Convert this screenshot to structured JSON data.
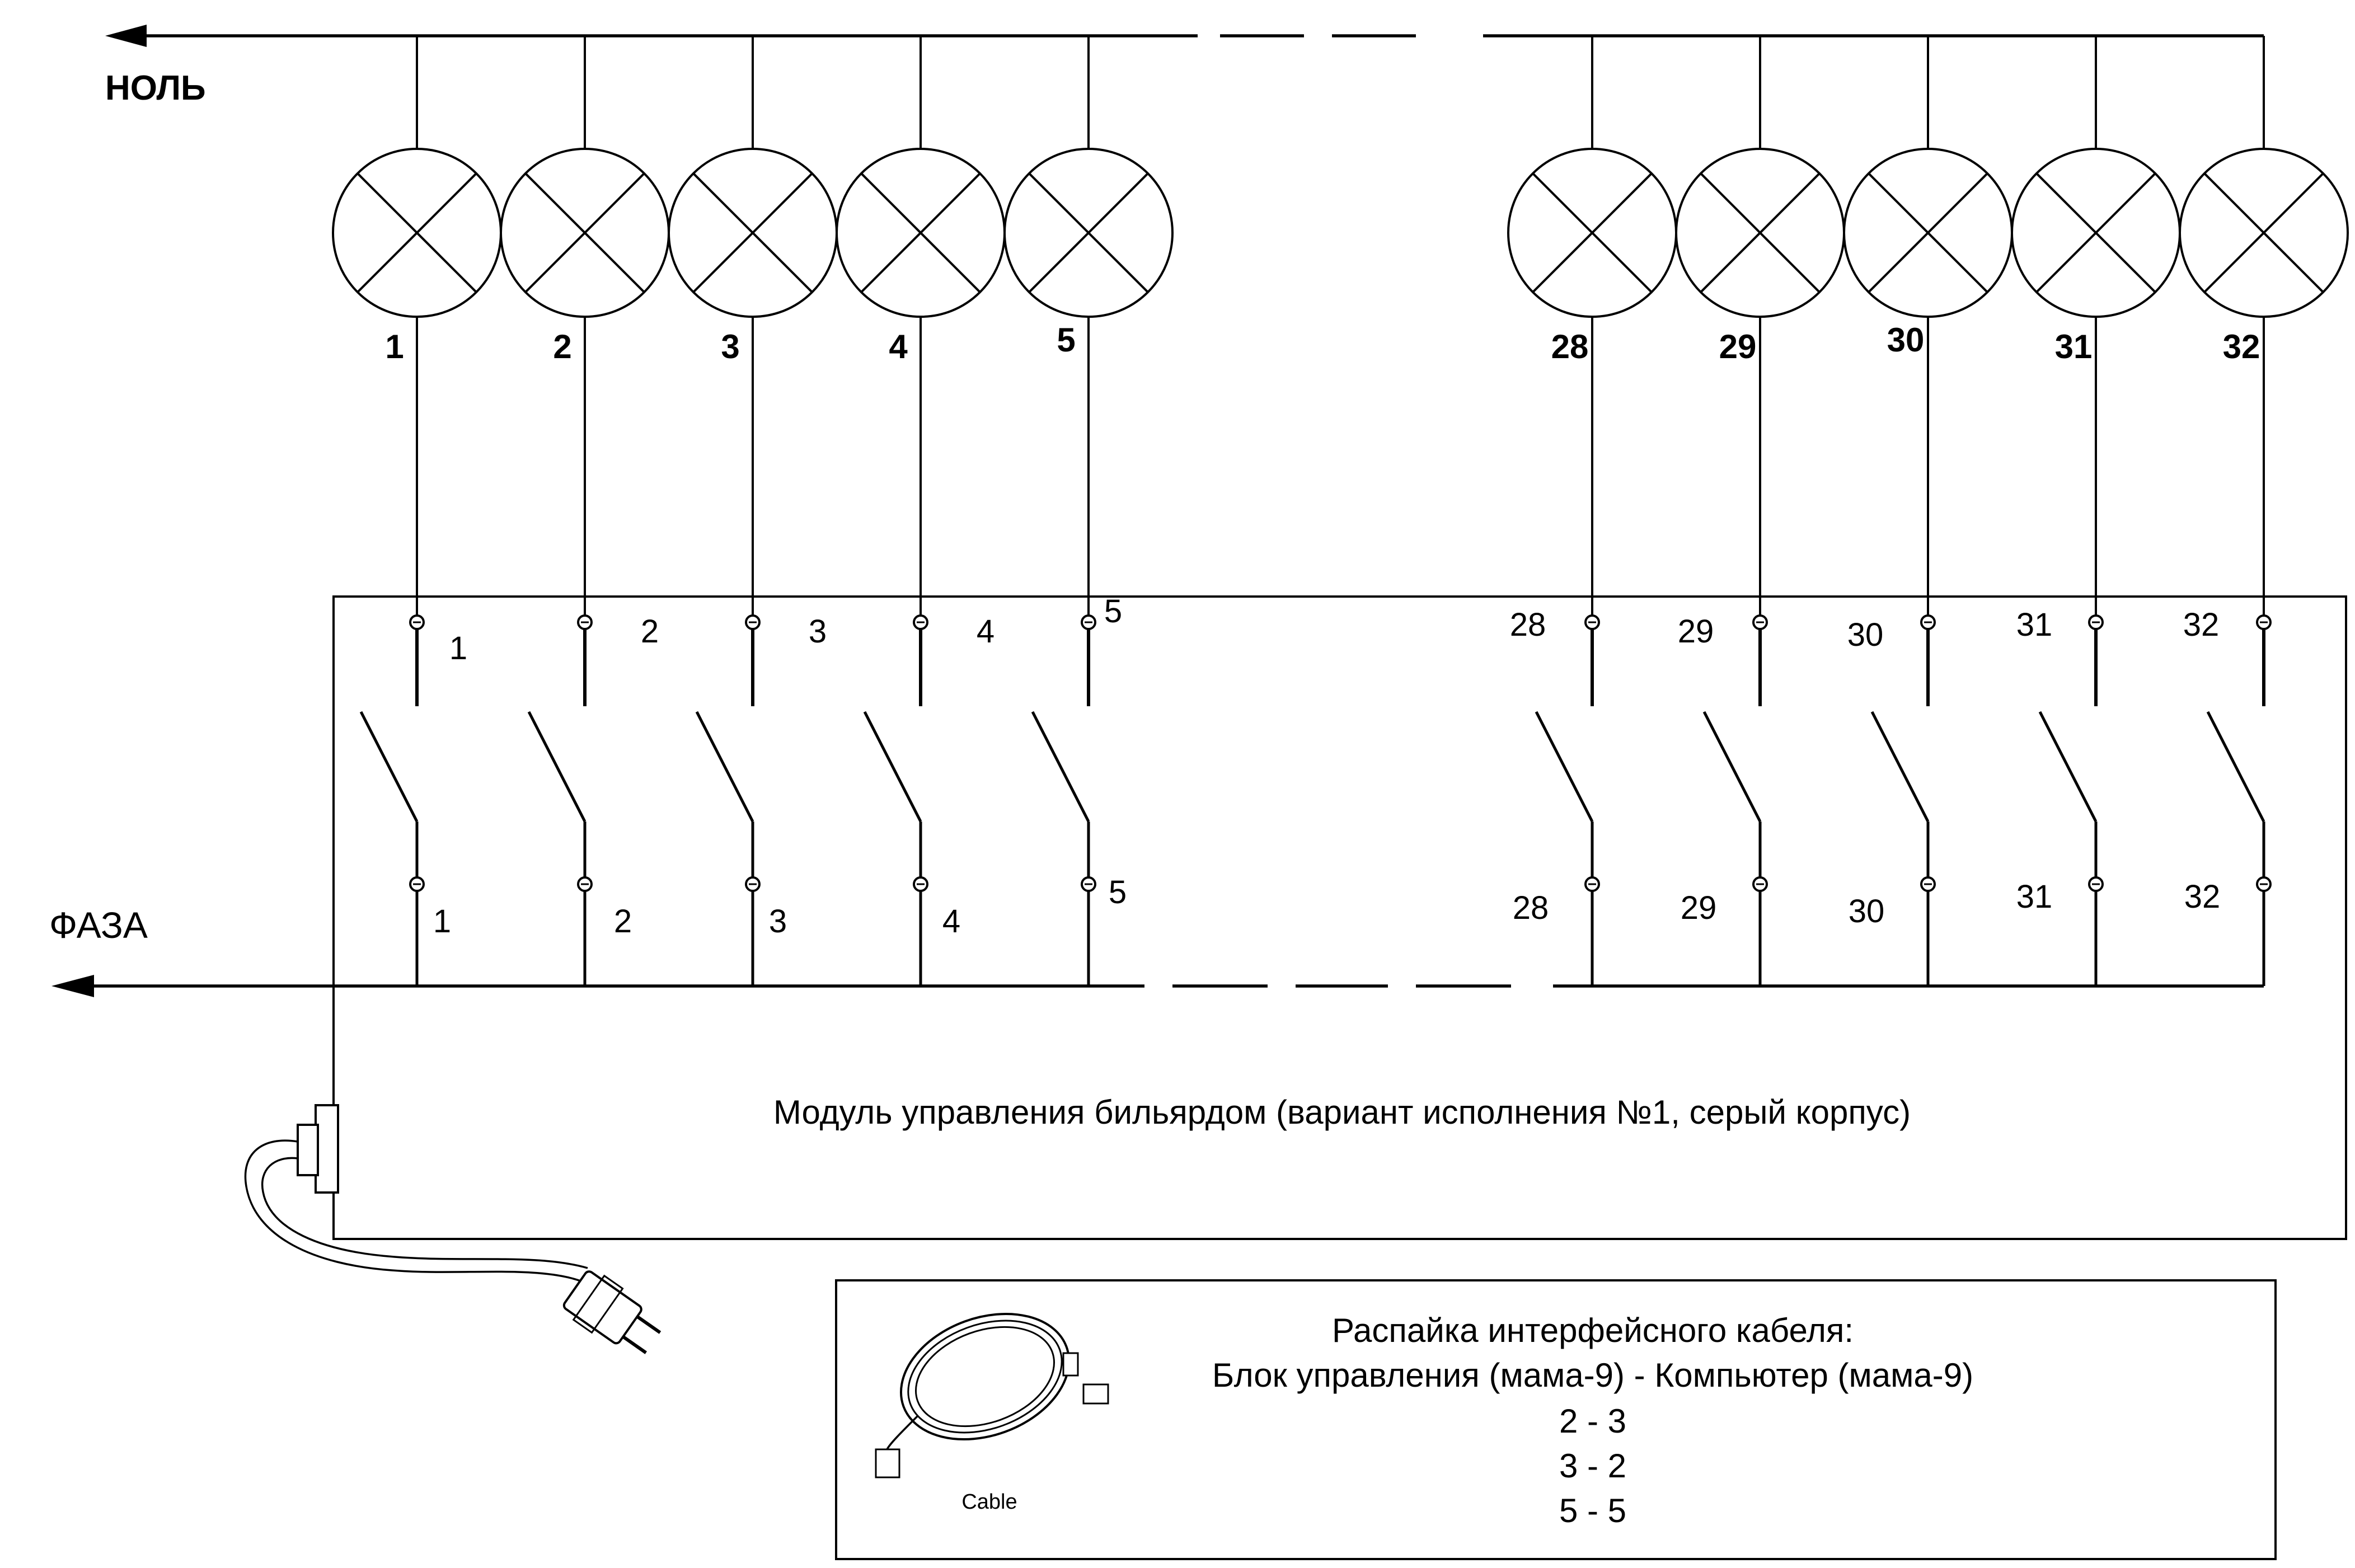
{
  "neutral_label": "НОЛЬ",
  "phase_label": "ФАЗА",
  "lamps": [
    {
      "number": "1"
    },
    {
      "number": "2"
    },
    {
      "number": "3"
    },
    {
      "number": "4"
    },
    {
      "number": "5"
    },
    {
      "number": "28"
    },
    {
      "number": "29"
    },
    {
      "number": "30"
    },
    {
      "number": "31"
    },
    {
      "number": "32"
    }
  ],
  "terminals_top": [
    "1",
    "2",
    "3",
    "4",
    "5",
    "28",
    "29",
    "30",
    "31",
    "32"
  ],
  "terminals_bottom": [
    "1",
    "2",
    "3",
    "4",
    "5",
    "28",
    "29",
    "30",
    "31",
    "32"
  ],
  "module_label": "Модуль управления бильярдом (вариант исполнения №1, серый корпус)",
  "pinout": {
    "title": "Распайка интерфейсного кабеля:",
    "subtitle": "Блок управления (мама-9) - Компьютер (мама-9)",
    "pairs": [
      "2 - 3",
      "3 - 2",
      "5 - 5"
    ],
    "cable_caption": "Cable"
  },
  "icons": {
    "plug": "power-plug-icon",
    "cable": "cable-coil-icon"
  }
}
